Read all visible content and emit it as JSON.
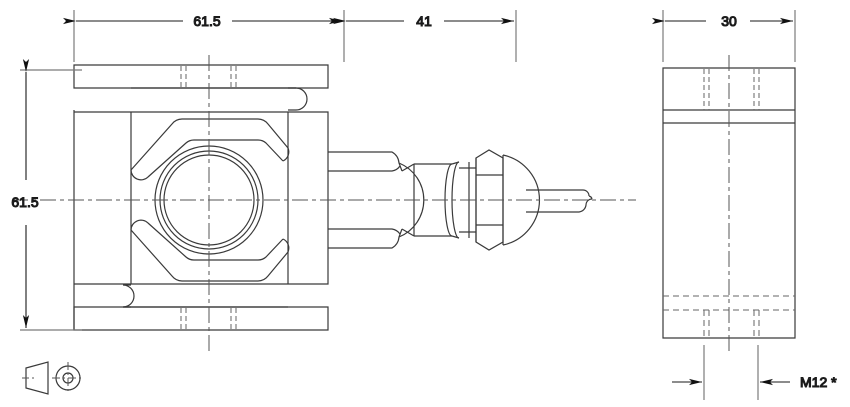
{
  "drawing": {
    "title": "Sensor mounting bracket technical drawing",
    "projection_symbol": "first-angle-projection-symbol",
    "line_color": "#3a3a3a",
    "dim_line_color": "#1a1a1a",
    "text_color": "#2d2f33",
    "background": "#ffffff"
  },
  "dimensions": {
    "top_left": {
      "label": "61.5",
      "name": "dimension-61-5-horizontal",
      "unit": "mm"
    },
    "top_right": {
      "label": "41",
      "name": "dimension-41-horizontal",
      "unit": "mm"
    },
    "left_vertical": {
      "label": "61.5",
      "name": "dimension-61-5-vertical",
      "unit": "mm"
    },
    "side_top": {
      "label": "30",
      "name": "dimension-30-horizontal",
      "unit": "mm"
    },
    "side_bottom": {
      "label": "M12 *",
      "name": "dimension-m12-thread",
      "unit": ""
    }
  },
  "views": {
    "front": {
      "name": "front-view",
      "description": "Front view of bracket with central bore, clamp arms and cable gland connector"
    },
    "side": {
      "name": "side-view",
      "description": "Side view showing 30 mm width and M12 thread"
    }
  },
  "notes": {
    "asterisk": "*"
  }
}
